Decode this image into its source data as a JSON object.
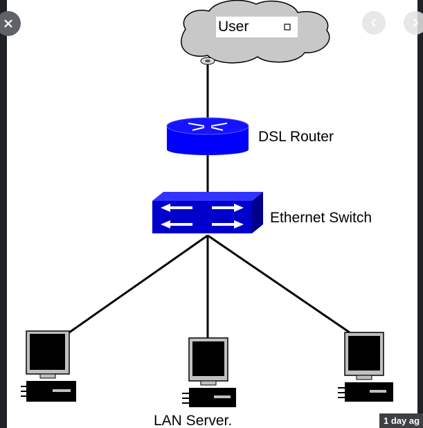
{
  "viewer": {
    "timestamp": "1 day ag"
  },
  "diagram": {
    "nodes": {
      "user": "User",
      "router": "DSL Router",
      "switch": "Ethernet Switch",
      "server": "LAN Server."
    },
    "colors": {
      "device_blue": "#0000ff",
      "cloud_gray": "#c8c8c8",
      "line": "#000000"
    }
  },
  "icons": {
    "close": "close-icon",
    "prev": "chevron-left-icon",
    "next": "chevron-right-icon"
  }
}
